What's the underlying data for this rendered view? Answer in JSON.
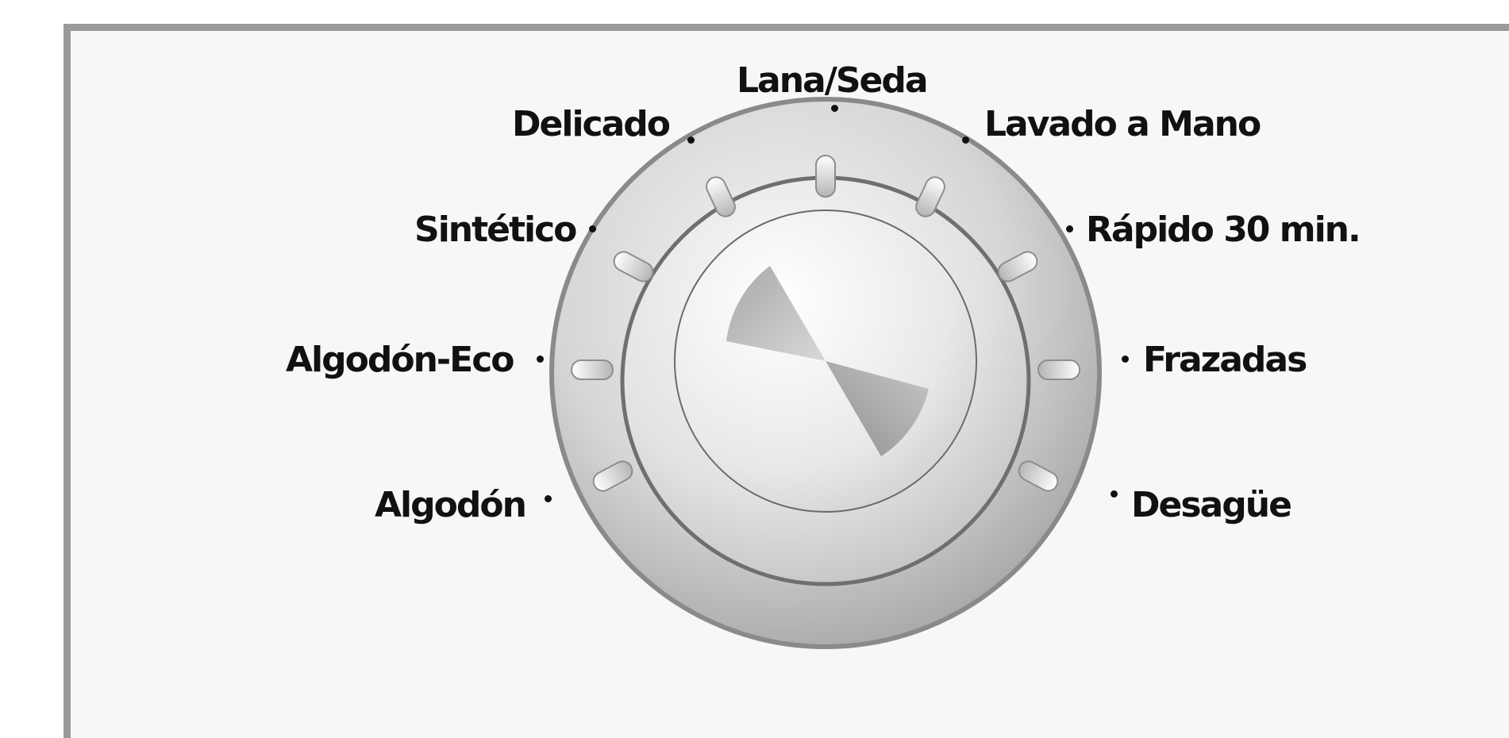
{
  "dial": {
    "programs": [
      {
        "id": "lana-seda",
        "label": "Lana/Seda"
      },
      {
        "id": "delicado",
        "label": "Delicado"
      },
      {
        "id": "lavado-a-mano",
        "label": "Lavado a Mano"
      },
      {
        "id": "sintetico",
        "label": "Sintético"
      },
      {
        "id": "rapido-30",
        "label": "Rápido 30 min."
      },
      {
        "id": "algodon-eco",
        "label": "Algodón-Eco"
      },
      {
        "id": "frazadas",
        "label": "Frazadas"
      },
      {
        "id": "algodon",
        "label": "Algodón"
      },
      {
        "id": "desague",
        "label": "Desagüe"
      }
    ]
  },
  "colors": {
    "panel_background": "#f7f7f7",
    "panel_border": "#9a9a9a",
    "label_text": "#111111",
    "knob_ring": "#6f6f6f",
    "knob_face": "#e6e6e6"
  },
  "icons": [
    "program-selector-knob",
    "pointer-wedge",
    "indicator-dot"
  ]
}
